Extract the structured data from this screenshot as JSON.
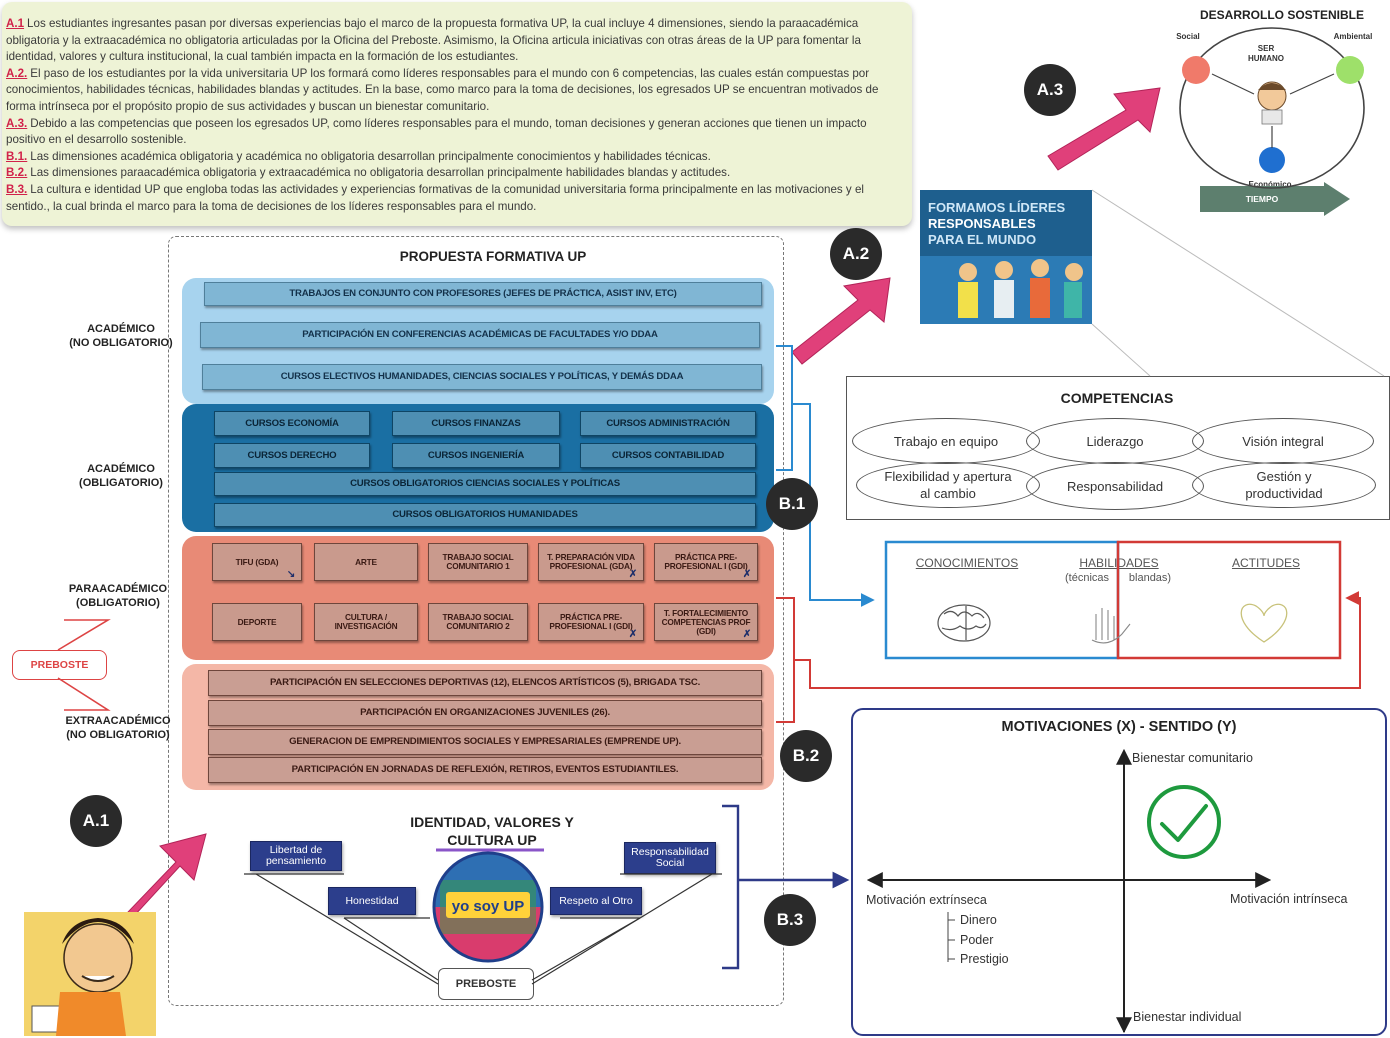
{
  "legend": [
    {
      "code": "A.1",
      "text": "Los estudiantes ingresantes pasan por diversas experiencias bajo el marco de la propuesta formativa UP, la cual incluye 4 dimensiones, siendo la paraacadémica obligatoria y la extraacadémica no obligatoria articuladas por la Oficina del Preboste. Asimismo, la Oficina articula iniciativas con otras áreas de la UP para fomentar la identidad, valores y cultura institucional, la cual también impacta en la formación de los estudiantes."
    },
    {
      "code": "A.2.",
      "text": "El paso de los estudiantes por la vida universitaria UP los formará como líderes responsables para el mundo con 6 competencias, las cuales están compuestas por conocimientos, habilidades técnicas, habilidades blandas y actitudes. En la base, como marco para la toma de decisiones, los egresados UP se encuentran motivados de forma intrínseca por el propósito propio de sus actividades y buscan un bienestar comunitario."
    },
    {
      "code": "A.3.",
      "text": "Debido a las competencias que poseen los egresados UP, como líderes responsables para el mundo, toman decisiones y generan acciones que tienen un impacto positivo en el desarrollo sostenible."
    },
    {
      "code": "B.1.",
      "text": "Las dimensiones académica obligatoria y académica no obligatoria desarrollan principalmente conocimientos y habilidades técnicas."
    },
    {
      "code": "B.2.",
      "text": "Las dimensiones paraacadémica obligatoria y extraacadémica no obligatoria desarrollan principalmente habilidades blandas y actitudes."
    },
    {
      "code": "B.3.",
      "text": "La cultura e identidad UP que engloba todas las actividades y experiencias formativas de la comunidad universitaria forma principalmente en las motivaciones y el sentido., la cual brinda el marco para la toma de decisiones de los líderes responsables para el mundo."
    }
  ],
  "propuesta": {
    "title": "PROPUESTA FORMATIVA UP",
    "side_labels": {
      "academico_no": "ACADÉMICO\n(NO OBLIGATORIO)",
      "academico_ob": "ACADÉMICO\n(OBLIGATORIO)",
      "para": "PARAACADÉMICO\n(OBLIGATORIO)",
      "extra": "EXTRAACADÉMICO\n(NO OBLIGATORIO)"
    },
    "academico_no_bars": [
      "TRABAJOS EN CONJUNTO CON PROFESORES (JEFES DE PRÁCTICA, ASIST INV, ETC)",
      "PARTICIPACIÓN EN CONFERENCIAS ACADÉMICAS DE FACULTADES Y/O DDAA",
      "CURSOS ELECTIVOS HUMANIDADES, CIENCIAS SOCIALES Y POLÍTICAS, Y DEMÁS DDAA"
    ],
    "academico_ob_cells": [
      "CURSOS ECONOMÍA",
      "CURSOS FINANZAS",
      "CURSOS ADMINISTRACIÓN",
      "CURSOS DERECHO",
      "CURSOS INGENIERÍA",
      "CURSOS CONTABILIDAD"
    ],
    "academico_ob_bars": [
      "CURSOS OBLIGATORIOS CIENCIAS SOCIALES Y POLÍTICAS",
      "CURSOS OBLIGATORIOS HUMANIDADES"
    ],
    "para_cells": [
      "TIFU (GDA)",
      "ARTE",
      "TRABAJO SOCIAL COMUNITARIO 1",
      "T. PREPARACIÓN VIDA PROFESIONAL (GDA)",
      "PRÁCTICA PRE-PROFESIONAL I (GDI)",
      "DEPORTE",
      "CULTURA / INVESTIGACIÓN",
      "TRABAJO SOCIAL COMUNITARIO 2",
      "PRÁCTICA PRE-PROFESIONAL I (GDI)",
      "T. FORTALECIMIENTO COMPETENCIAS PROF (GDI)"
    ],
    "extra_bars": [
      "PARTICIPACIÓN EN SELECCIONES DEPORTIVAS (12), ELENCOS ARTÍSTICOS (5), BRIGADA TSC.",
      "PARTICIPACIÓN EN ORGANIZACIONES JUVENILES (26).",
      "GENERACION DE EMPRENDIMIENTOS SOCIALES Y EMPRESARIALES (EMPRENDE UP).",
      "PARTICIPACIÓN EN JORNADAS DE REFLEXIÓN, RETIROS, EVENTOS ESTUDIANTILES."
    ],
    "preboste_left": "PREBOSTE"
  },
  "identidad": {
    "title": "IDENTIDAD, VALORES Y CULTURA UP",
    "values": [
      "Libertad de pensamiento",
      "Honestidad",
      "Responsabilidad Social",
      "Respeto al Otro"
    ],
    "logo_text": "yo soy UP",
    "preboste": "PREBOSTE"
  },
  "badges": {
    "a1": "A.1",
    "a2": "A.2",
    "a3": "A.3",
    "b1": "B.1",
    "b2": "B.2",
    "b3": "B.3"
  },
  "poster": {
    "lines": [
      "FORMAMOS LÍDERES",
      "RESPONSABLES",
      "PARA EL MUNDO"
    ]
  },
  "desarrollo": {
    "title": "DESARROLLO SOSTENIBLE",
    "social": "Social",
    "ambiental": "Ambiental",
    "ser_humano": "SER HUMANO",
    "economico": "Económico",
    "tiempo": "TIEMPO"
  },
  "competencias": {
    "title": "COMPETENCIAS",
    "items": [
      "Trabajo en equipo",
      "Liderazgo",
      "Visión integral",
      "Flexibilidad y apertura al cambio",
      "Responsabilidad",
      "Gestión y productividad"
    ]
  },
  "saberes": {
    "conocimientos": "CONOCIMIENTOS",
    "habilidades": "HABILIDADES",
    "tecnicas": "(técnicas",
    "blandas": "blandas)",
    "actitudes": "ACTITUDES"
  },
  "motivaciones": {
    "title": "MOTIVACIONES (X) -  SENTIDO (Y)",
    "top": "Bienestar comunitario",
    "bottom": "Bienestar individual",
    "left": "Motivación extrínseca",
    "right": "Motivación intrínseca",
    "extrinsic_items": [
      "Dinero",
      "Poder",
      "Prestigio"
    ]
  },
  "colors": {
    "accent_pink": "#e0407a",
    "academico_no": "#a7d3ee",
    "academico_ob": "#1a6fa3",
    "paraacademico": "#e88a76",
    "extraacademico": "#f4b7a7",
    "identity_blue": "#2c3e8c",
    "arrow_blue": "#2a8ad0",
    "arrow_red": "#d23a36"
  }
}
